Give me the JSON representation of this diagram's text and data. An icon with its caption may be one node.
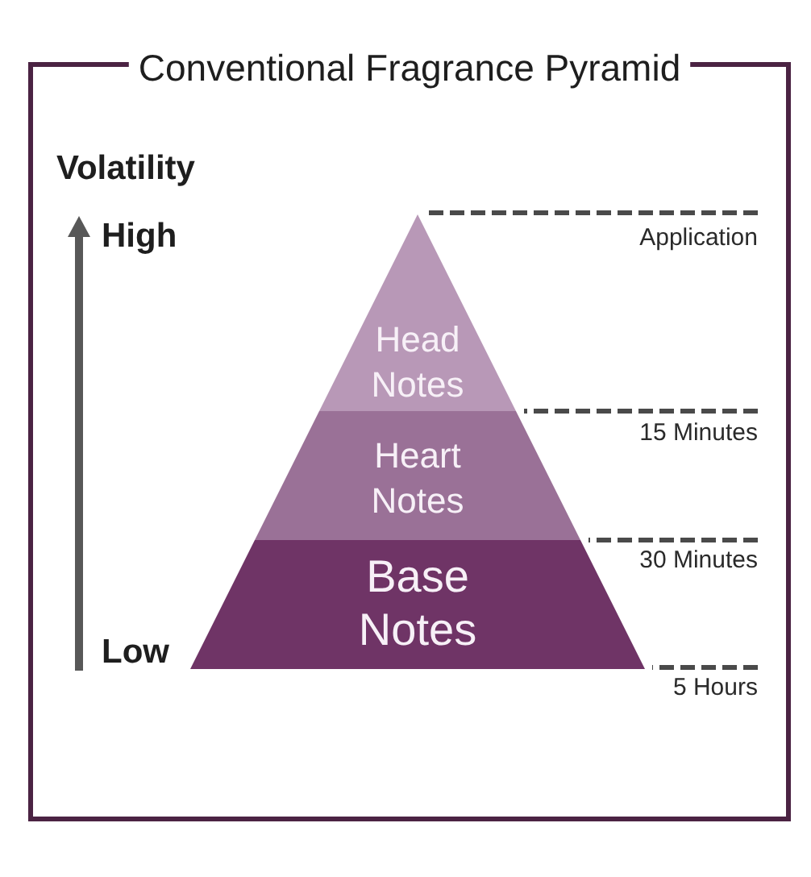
{
  "diagram": {
    "title": "Conventional Fragrance Pyramid",
    "nodes": [
      {
        "text": [
          "Head Notes"
        ]
      },
      {
        "text": [
          "Heart Notes"
        ]
      },
      {
        "text": [
          "Base Notes"
        ]
      },
      {
        "text": [
          "Application"
        ]
      },
      {
        "text": [
          "15 Minutes"
        ]
      },
      {
        "text": [
          "30 Minutes"
        ]
      },
      {
        "text": [
          "5 Hours"
        ]
      }
    ],
    "edges": [
      {
        "from": 3,
        "to": 0,
        "arrow": "none",
        "style": "dashed"
      },
      {
        "from": 4,
        "to": 0,
        "arrow": "none",
        "style": "dashed"
      },
      {
        "from": 5,
        "to": 1,
        "arrow": "none",
        "style": "dashed"
      },
      {
        "from": 6,
        "to": 2,
        "arrow": "none",
        "style": "dashed"
      }
    ],
    "labels": [
      "Volatility",
      "High",
      "Low"
    ]
  }
}
